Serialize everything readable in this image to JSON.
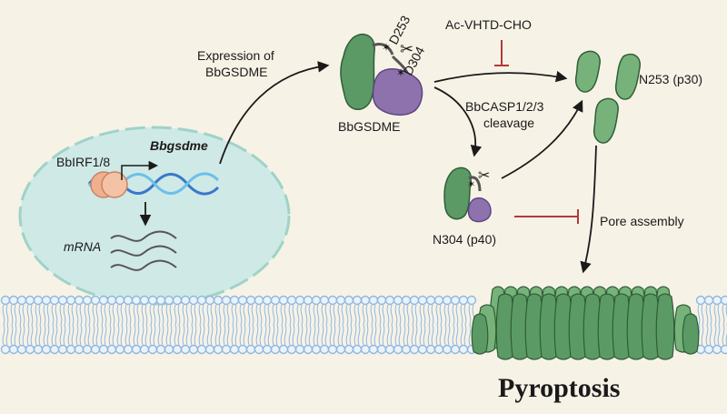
{
  "labels": {
    "gene_name": "Bbgsdme",
    "transcription_factor": "BbIRF1/8",
    "mrna": "mRNA",
    "expression_line1": "Expression of",
    "expression_line2": "BbGSDME",
    "site_d253": "D253",
    "site_d304": "D304",
    "protein_name": "BbGSDME",
    "inhibitor": "Ac-VHTD-CHO",
    "cleavage_line1": "BbCASP1/2/3",
    "cleavage_line2": "cleavage",
    "fragment_p30": "N253 (p30)",
    "fragment_p40": "N304 (p40)",
    "pore_assembly": "Pore assembly",
    "outcome": "Pyroptosis"
  },
  "colors": {
    "background": "#f7f2e6",
    "cell": "#cfe9e6",
    "cell_border": "#9fd3c7",
    "n_terminal_green": "#5b9a64",
    "n_terminal_green_light": "#77b27a",
    "c_terminal_purple": "#8e72ad",
    "cleavage_site_red": "#c9302c",
    "inhibit_red": "#b03a3a",
    "membrane_blue": "#8fb8de",
    "arrow": "#1a1a1a"
  }
}
